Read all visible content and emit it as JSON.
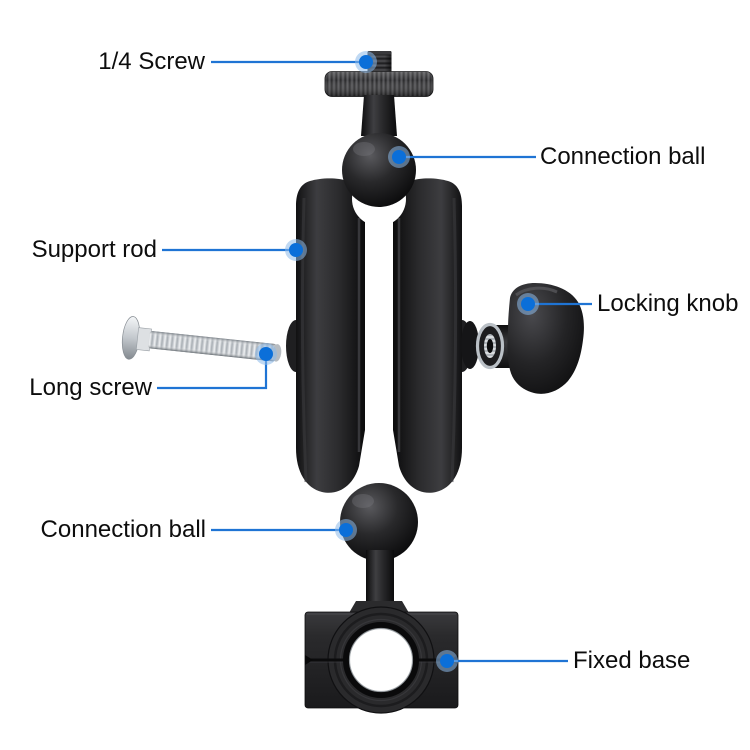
{
  "callouts": [
    {
      "text": "1/4 Screw"
    },
    {
      "text": "Connection ball"
    },
    {
      "text": "Support rod"
    },
    {
      "text": "Locking knob"
    },
    {
      "text": "Long screw"
    },
    {
      "text": "Connection ball"
    },
    {
      "text": "Fixed base"
    }
  ],
  "colors": {
    "background": "#ffffff",
    "label_text": "#0d0d0d",
    "leader_line": "#1f74d4",
    "dot_core": "#0b6fd9",
    "dot_halo": "#8db9ea",
    "product_dark": "#1c1c1e",
    "metal_silver": "#c9ced3"
  }
}
